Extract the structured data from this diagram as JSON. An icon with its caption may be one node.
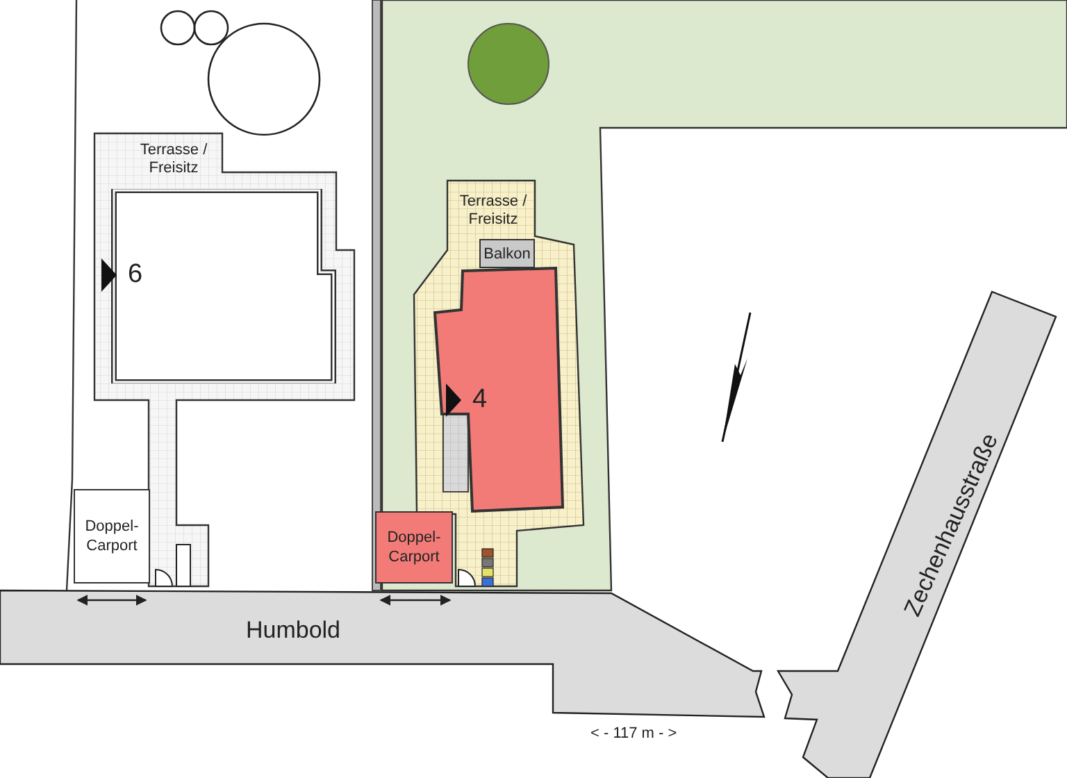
{
  "diagram": {
    "nodes": [
      {
        "text": [
          "Terrasse / Freisitz"
        ]
      },
      {
        "text": [
          "Terrasse / Freisitz"
        ]
      },
      {
        "text": [
          "Balkon"
        ]
      },
      {
        "text": [
          "6"
        ]
      },
      {
        "text": [
          "4"
        ]
      },
      {
        "text": [
          "Doppel-Carport"
        ]
      },
      {
        "text": [
          "Doppel-Carport"
        ]
      },
      {
        "text": [
          "Humbold"
        ]
      },
      {
        "text": [
          "Zechenhausstraße"
        ]
      }
    ],
    "labels": [
      "< - 117 m - >"
    ]
  }
}
